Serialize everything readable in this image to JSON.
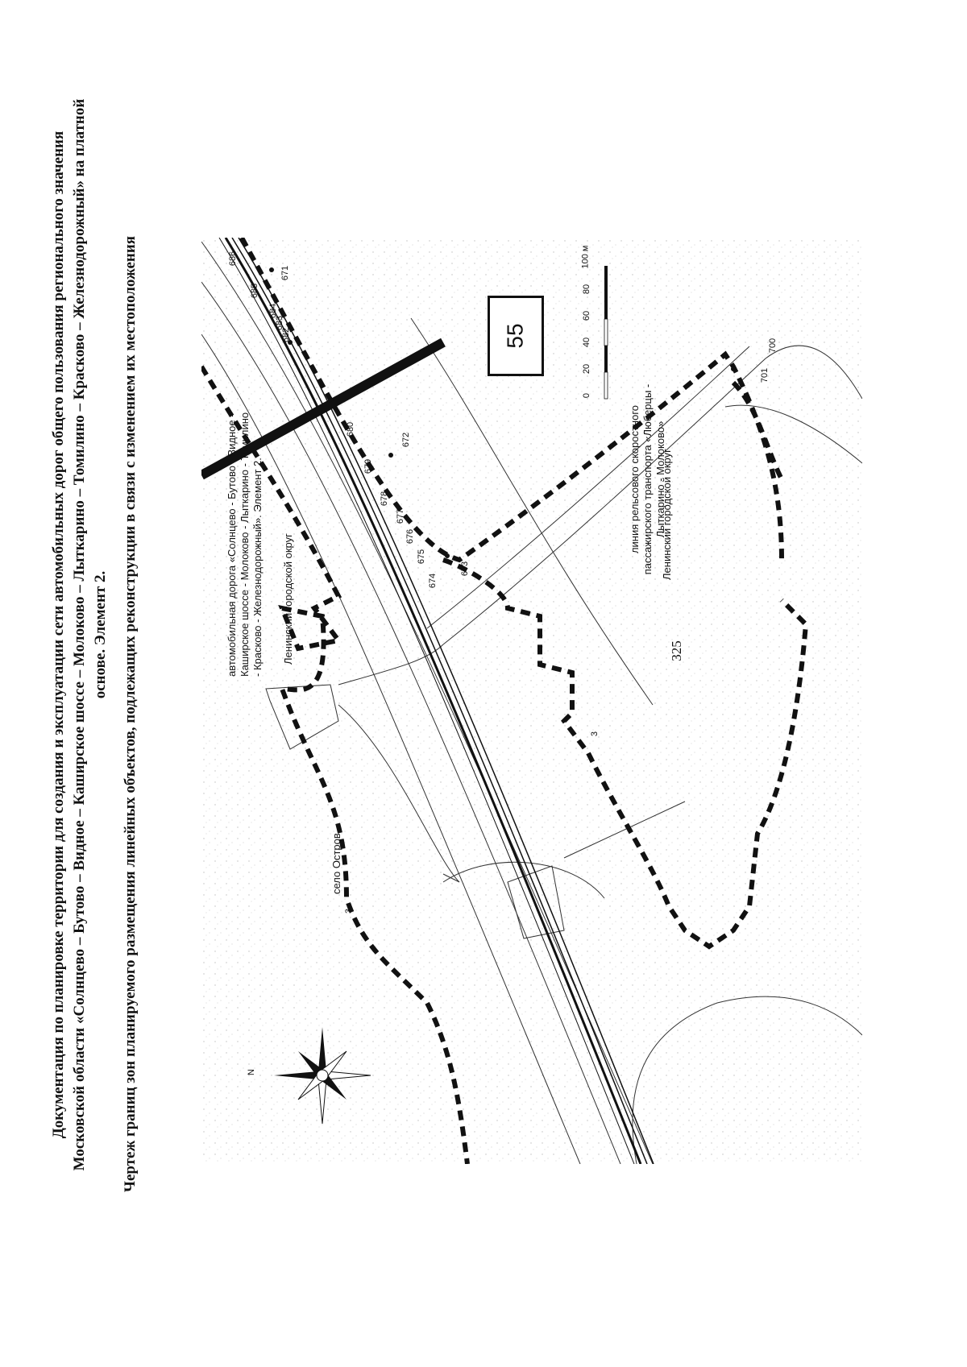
{
  "page_number": "325",
  "header": {
    "title": "Документация по планировке территории для создания и эксплуатации сети автомобильных дорог общего пользования регионального значения Московской области «Солнцево – Бутово – Видное – Каширское шоссе – Молоково – Лыткарино – Томилино – Красково – Железнодорожный» на платной основе. Элемент 2.",
    "sheet_title": "Чертеж границ зон планируемого размещения линейных объектов, подлежащих реконструкции в связи с изменением их местоположения"
  },
  "map": {
    "legend_road": "автомобильная дорога «Солнцево - Бутово - Видное - Каширское шоссе - Молоково - Лыткарино - Томилино - Красково - Железнодорожный». Элемент 2.",
    "legend_rail": "линия рельсового скоростного пассажирского транспорта «Люберцы - Лыткарино - Молоково»",
    "district_1": "Ленинский городской округ",
    "district_2": "Ленинский городской округ",
    "village": "село Остров",
    "sheet_number": "55",
    "north_label": "N",
    "section_marks": [
      "3",
      "3"
    ],
    "scale": {
      "labels": [
        "0",
        "20",
        "40",
        "60",
        "80",
        "100 м"
      ]
    },
    "points": [
      "686",
      "671",
      "685",
      "684",
      "683",
      "682",
      "672",
      "680",
      "679",
      "678",
      "677",
      "676",
      "675",
      "674",
      "673",
      "701",
      "700"
    ]
  }
}
